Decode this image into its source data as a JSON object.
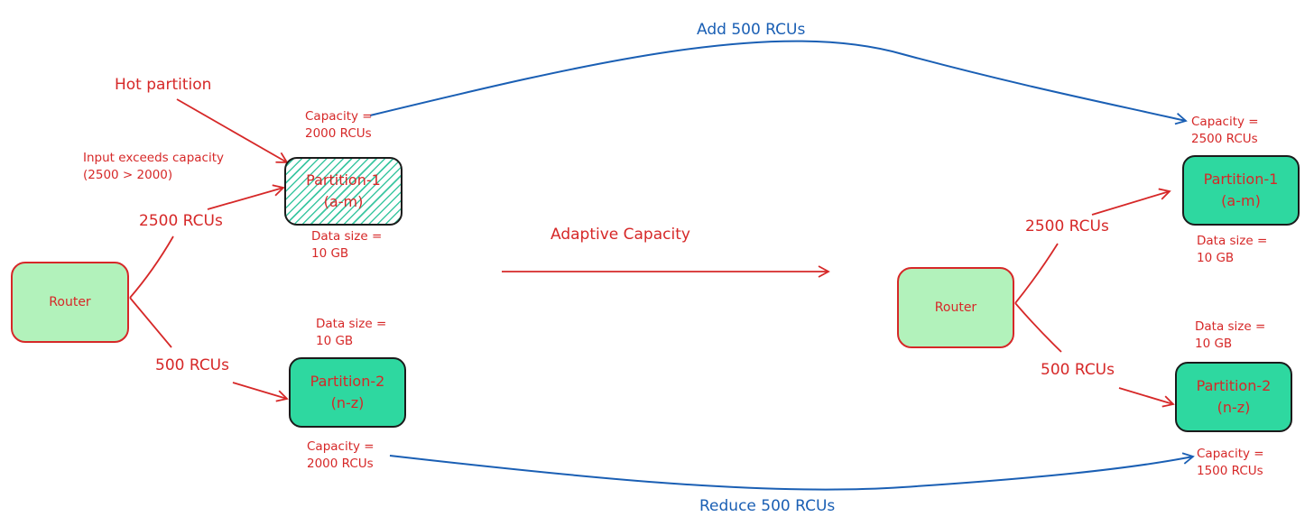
{
  "left": {
    "router": "Router",
    "partition1": {
      "name": "Partition-1",
      "range": "(a-m)",
      "capacity_line1": "Capacity =",
      "capacity_line2": "2000 RCUs",
      "data_line1": "Data size =",
      "data_line2": "10 GB"
    },
    "partition2": {
      "name": "Partition-2",
      "range": "(n-z)",
      "capacity_line1": "Capacity =",
      "capacity_line2": "2000 RCUs",
      "data_line1": "Data size =",
      "data_line2": "10 GB"
    },
    "edge_top": "2500 RCUs",
    "edge_bottom": "500 RCUs",
    "hot_partition": "Hot partition",
    "input_line1": "Input exceeds capacity",
    "input_line2": "(2500 > 2000)"
  },
  "middle": {
    "label": "Adaptive Capacity"
  },
  "top_arc": {
    "label": "Add 500 RCUs"
  },
  "bottom_arc": {
    "label": "Reduce 500 RCUs"
  },
  "right": {
    "router": "Router",
    "partition1": {
      "name": "Partition-1",
      "range": "(a-m)",
      "capacity_line1": "Capacity =",
      "capacity_line2": "2500 RCUs",
      "data_line1": "Data size =",
      "data_line2": "10 GB"
    },
    "partition2": {
      "name": "Partition-2",
      "range": "(n-z)",
      "capacity_line1": "Capacity =",
      "capacity_line2": "1500 RCUs",
      "data_line1": "Data size =",
      "data_line2": "10 GB"
    },
    "edge_top": "2500 RCUs",
    "edge_bottom": "500 RCUs"
  },
  "colors": {
    "red": "#d62828",
    "blue": "#1a5fb4",
    "partition_fill": "#2ed8a0",
    "router_fill": "#b2f2bb"
  }
}
